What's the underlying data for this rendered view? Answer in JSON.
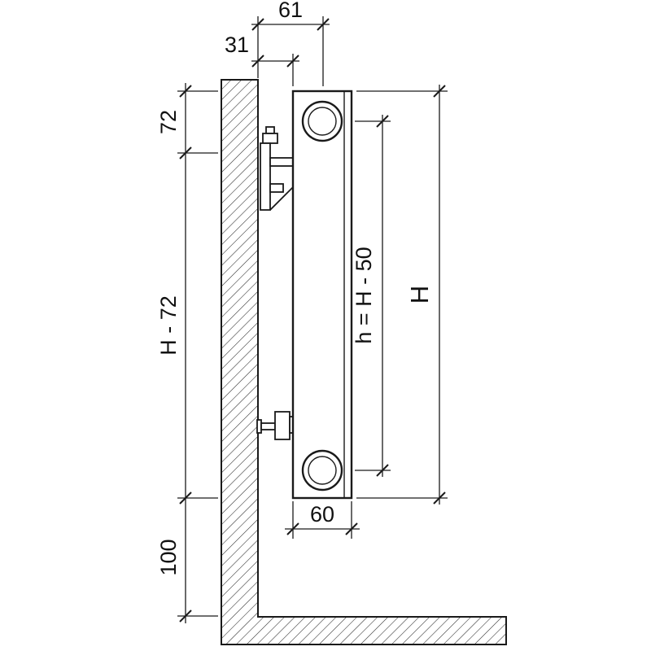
{
  "diagram": {
    "title": "radiator-side-mounting-dimensions",
    "labels": {
      "top_center_offset": "61",
      "top_rear_offset": "31",
      "top_margin": "72",
      "wall_span": "H - 72",
      "floor_clearance": "100",
      "connection_pitch": "h = H - 50",
      "radiator_height": "H",
      "radiator_depth": "60"
    },
    "colors": {
      "line": "#1a1a1a",
      "background": "#ffffff"
    }
  }
}
